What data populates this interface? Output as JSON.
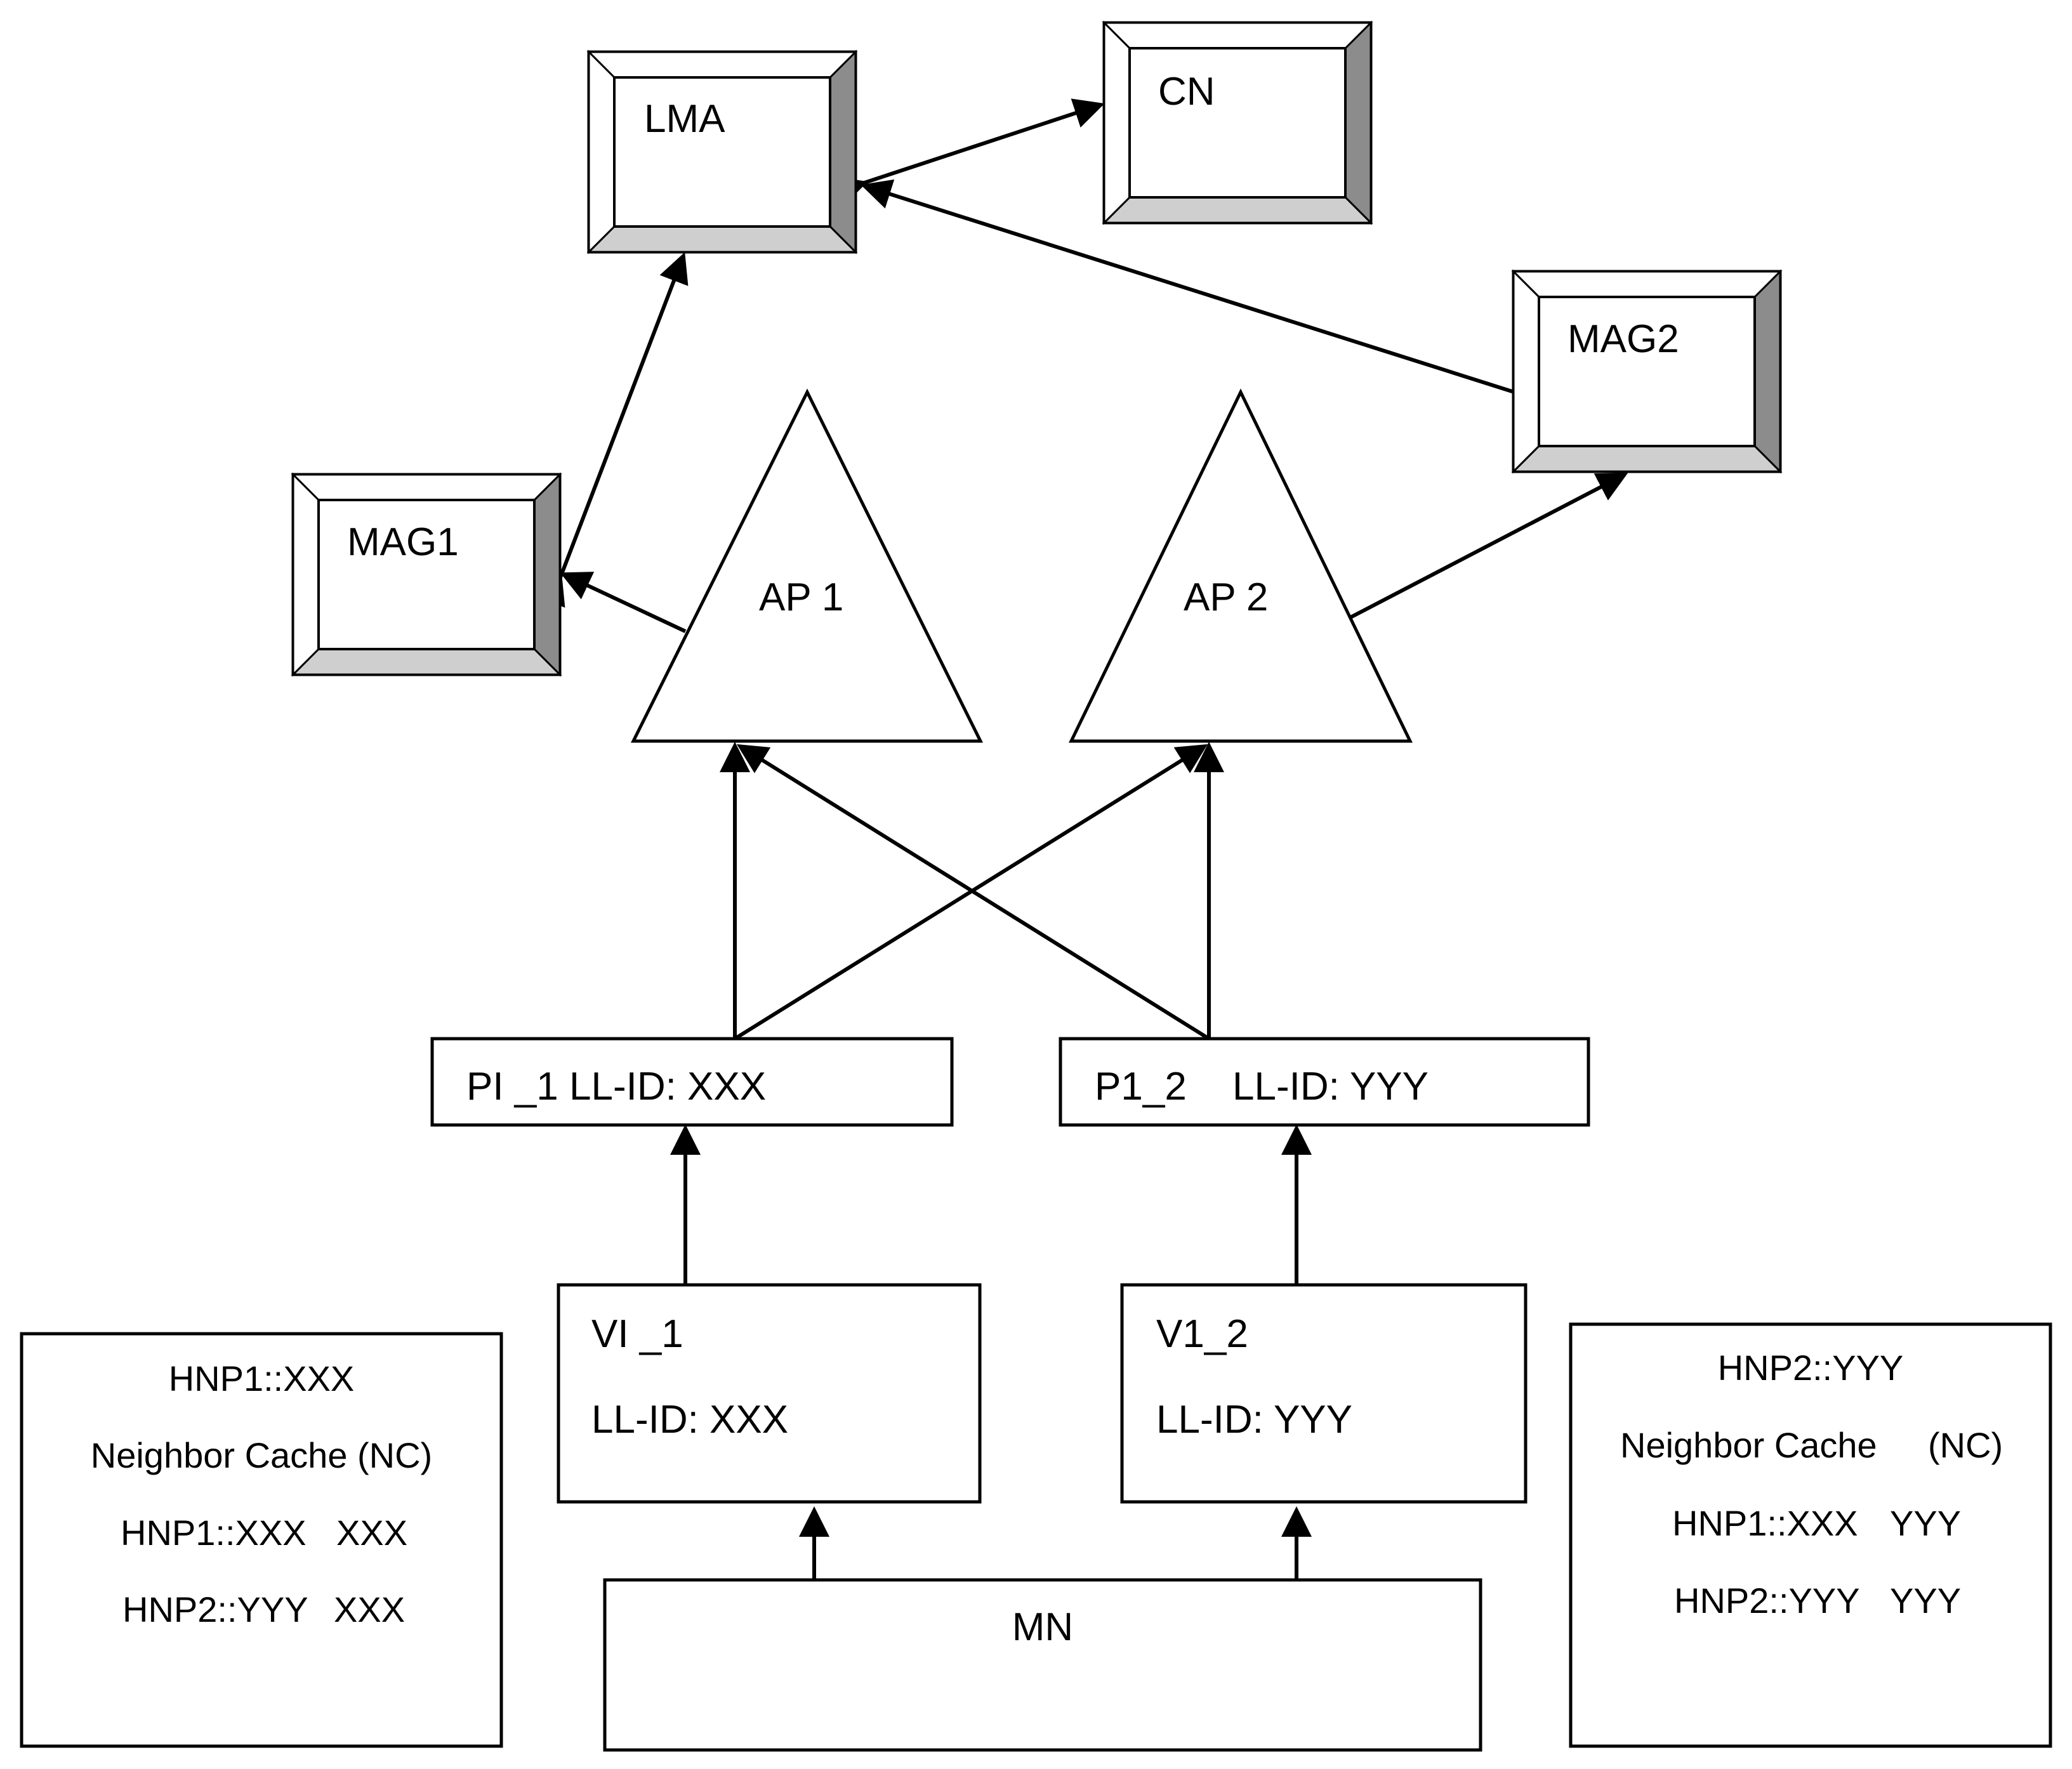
{
  "nodes": {
    "lma": "LMA",
    "cn": "CN",
    "mag1": "MAG1",
    "mag2": "MAG2",
    "ap1": "AP 1",
    "ap2": "AP 2",
    "pi1": "PI _1 LL-ID: XXX",
    "p12_name": "P1_2",
    "p12_llid": "LL-ID: YYY",
    "vi1_name": "VI _1",
    "vi1_llid": "LL-ID: XXX",
    "v12_name": "V1_2",
    "v12_llid": "LL-ID: YYY",
    "mn": "MN"
  },
  "left_cache": {
    "prefix": "HNP1::XXX",
    "title": "Neighbor Cache (NC)",
    "rows": [
      {
        "prefix": "HNP1::XXX",
        "llid": "XXX"
      },
      {
        "prefix": "HNP2::YYY",
        "llid": "XXX"
      }
    ]
  },
  "right_cache": {
    "prefix": "HNP2::YYY",
    "title_a": "Neighbor Cache",
    "title_b": "(NC)",
    "rows": [
      {
        "prefix": "HNP1::XXX",
        "llid": "YYY"
      },
      {
        "prefix": "HNP2::YYY",
        "llid": "YYY"
      }
    ]
  }
}
